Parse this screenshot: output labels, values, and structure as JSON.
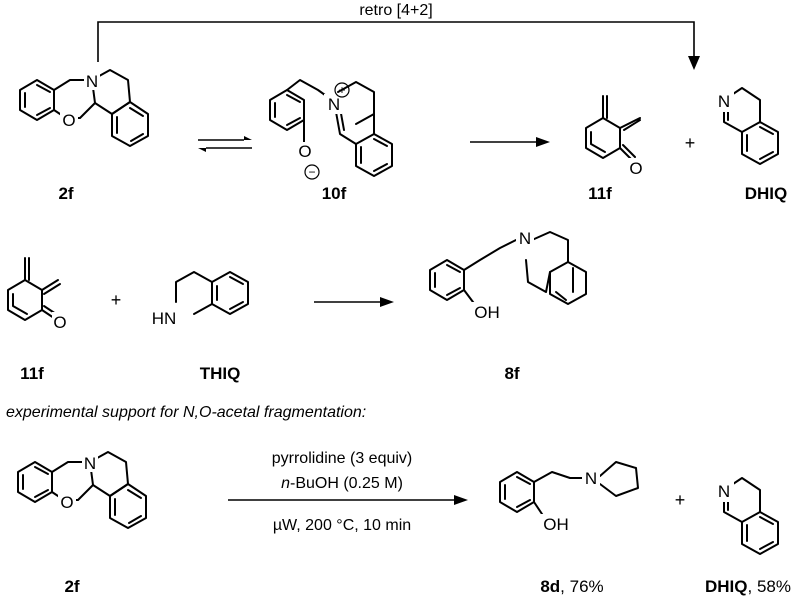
{
  "top_arrow_label": "retro [4+2]",
  "compounds": {
    "c2f_a": "2f",
    "c10f": "10f",
    "c11f_a": "11f",
    "dhiq_a": "DHIQ",
    "c11f_b": "11f",
    "thiq": "THIQ",
    "c8f": "8f",
    "c2f_b": "2f",
    "c8d": "8d",
    "c8d_yield": ", 76%",
    "dhiq_b": "DHIQ",
    "dhiq_b_yield": ", 58%"
  },
  "plus": "+",
  "atoms": {
    "N": "N",
    "O": "O",
    "HN": "HN",
    "OH": "OH",
    "plus_charge": "+",
    "minus_charge": "−"
  },
  "section_note": {
    "pre": "experimental support for ",
    "n": "N",
    "mid": ",",
    "o": "O",
    "post": "-acetal fragmentation:"
  },
  "conditions": {
    "line1": "pyrrolidine (3 equiv)",
    "line2_italic": "n",
    "line2_rest": "-BuOH (0.25 M)",
    "line3_mu": "µ",
    "line3_rest": "W, 200 °C, 10 min"
  }
}
